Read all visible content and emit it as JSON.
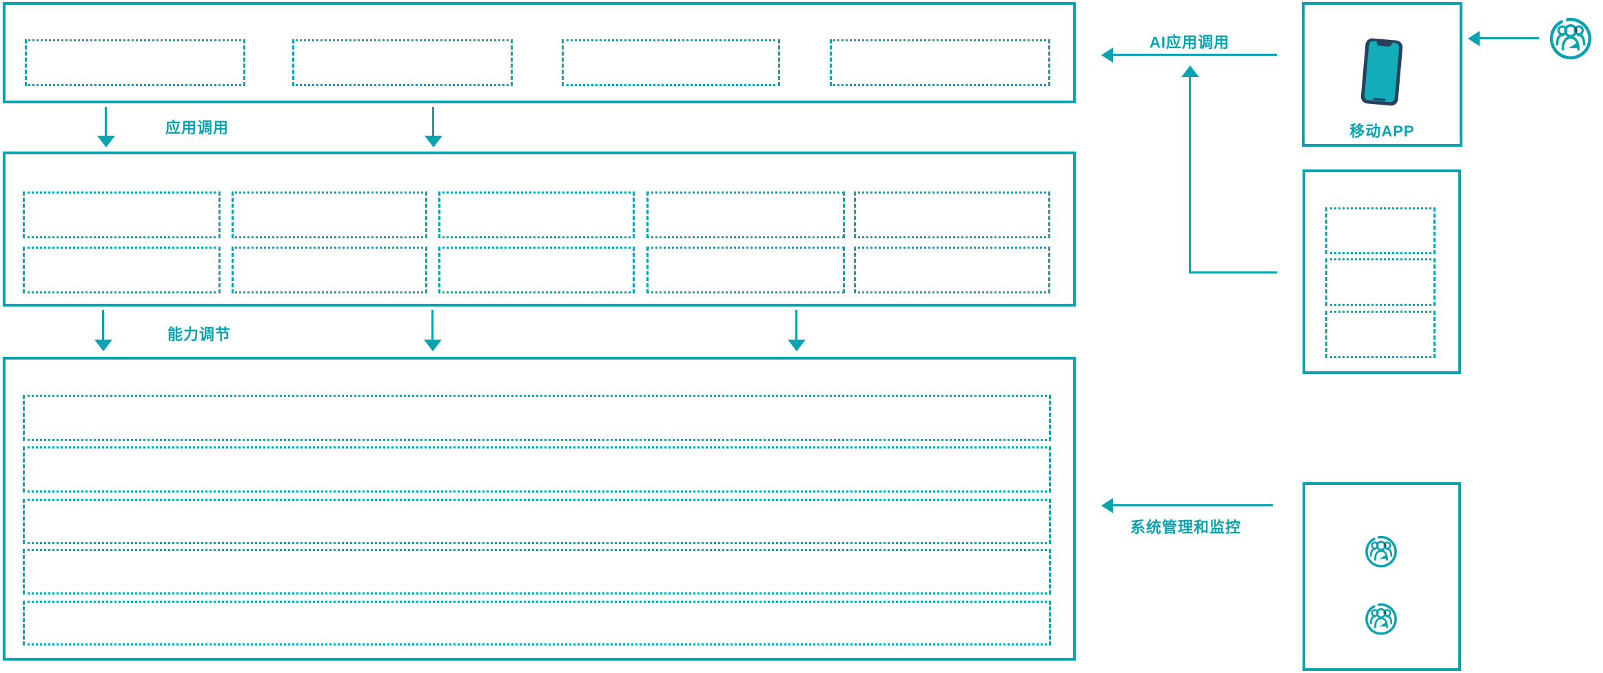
{
  "colors": {
    "teal": "#0aa3af",
    "navy": "#27405e",
    "background": "#ffffff"
  },
  "arrows": {
    "app_call_label": "应用调用",
    "capability_label": "能力调节",
    "ai_app_call_label": "AI应用调用",
    "system_monitor_label": "系统管理和监控"
  },
  "panels": {
    "mobile_app": {
      "label": "移动APP",
      "icon": "smartphone-icon"
    },
    "api_panel": {
      "placeholder_count": 3
    },
    "admin_panel": {
      "icons": [
        "user-group-icon",
        "user-group-icon"
      ]
    },
    "external_user": {
      "icon": "user-group-icon"
    }
  },
  "layers": {
    "top_layer": {
      "placeholder_count": 4
    },
    "middle_layer": {
      "rows": 2,
      "columns": 5
    },
    "bottom_layer": {
      "rows": 5
    }
  }
}
